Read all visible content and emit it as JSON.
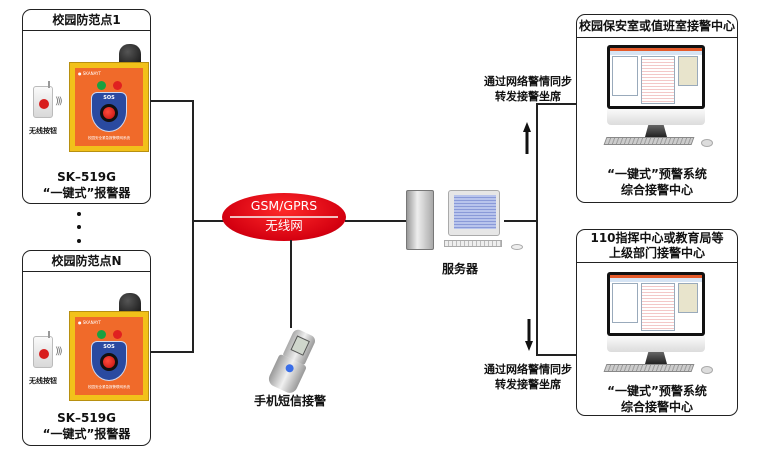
{
  "campus_points": [
    {
      "title": "校园防范点1",
      "remote_label": "无线按钮",
      "device_model": "SK–519G",
      "device_name": "“一键式”报警器",
      "alarm_face_text": "校园安全紧急报警联网系统",
      "sos_text": "SOS"
    },
    {
      "title": "校园防范点N",
      "remote_label": "无线按钮",
      "device_model": "SK–519G",
      "device_name": "“一键式”报警器",
      "alarm_face_text": "校园安全紧急报警联网系统",
      "sos_text": "SOS"
    }
  ],
  "network": {
    "line1": "GSM/GPRS",
    "line2": "无线网"
  },
  "phone": {
    "label": "手机短信接警"
  },
  "server": {
    "label": "服务器"
  },
  "sync_labels": {
    "top": [
      "通过网络警情同步",
      "转发接警坐席"
    ],
    "bottom": [
      "通过网络警情同步",
      "转发接警坐席"
    ]
  },
  "centers": [
    {
      "title_lines": [
        "校园保安室或值班室接警中心"
      ],
      "caption_lines": [
        "“一键式”预警系统",
        "综合接警中心"
      ]
    },
    {
      "title_lines": [
        "110指挥中心或教育局等",
        "上级部门接警中心"
      ],
      "caption_lines": [
        "“一键式”预警系统",
        "综合接警中心"
      ]
    }
  ],
  "colors": {
    "network_red": "#d40010",
    "alarm_yellow": "#f2c11a",
    "alarm_orange": "#f06a2a",
    "shield_blue": "#2a4aa0",
    "line": "#222222"
  }
}
